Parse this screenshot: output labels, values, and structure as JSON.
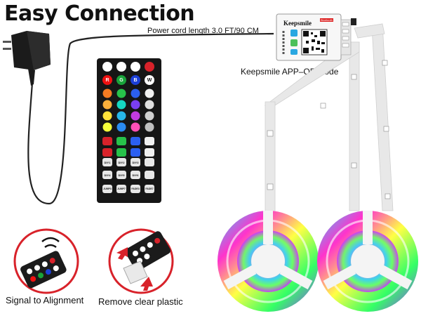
{
  "title": "Easy Connection",
  "power_cord_label": "Power cord length 3.0 FT/90 CM",
  "app_label": "Keepsmile APP–QR Code",
  "controller": {
    "brand": "Keepsmile",
    "bluetooth_tag": "Bluetooth"
  },
  "step_labels": {
    "signal": "Signal to Alignment",
    "plastic": "Remove clear plastic"
  },
  "remote": {
    "color_row_labels": [
      "R",
      "G",
      "B",
      "W"
    ],
    "diy_labels": [
      "DIY1",
      "DIY2",
      "DIY3",
      "DIY4",
      "DIY5",
      "DIY6"
    ],
    "bottom_labels": [
      "JUMP3",
      "JUMP7",
      "FADE3",
      "FADE7"
    ]
  },
  "colors": {
    "red_accent": "#d8222a",
    "strip": "#e6e6e6",
    "cable": "#222222"
  }
}
